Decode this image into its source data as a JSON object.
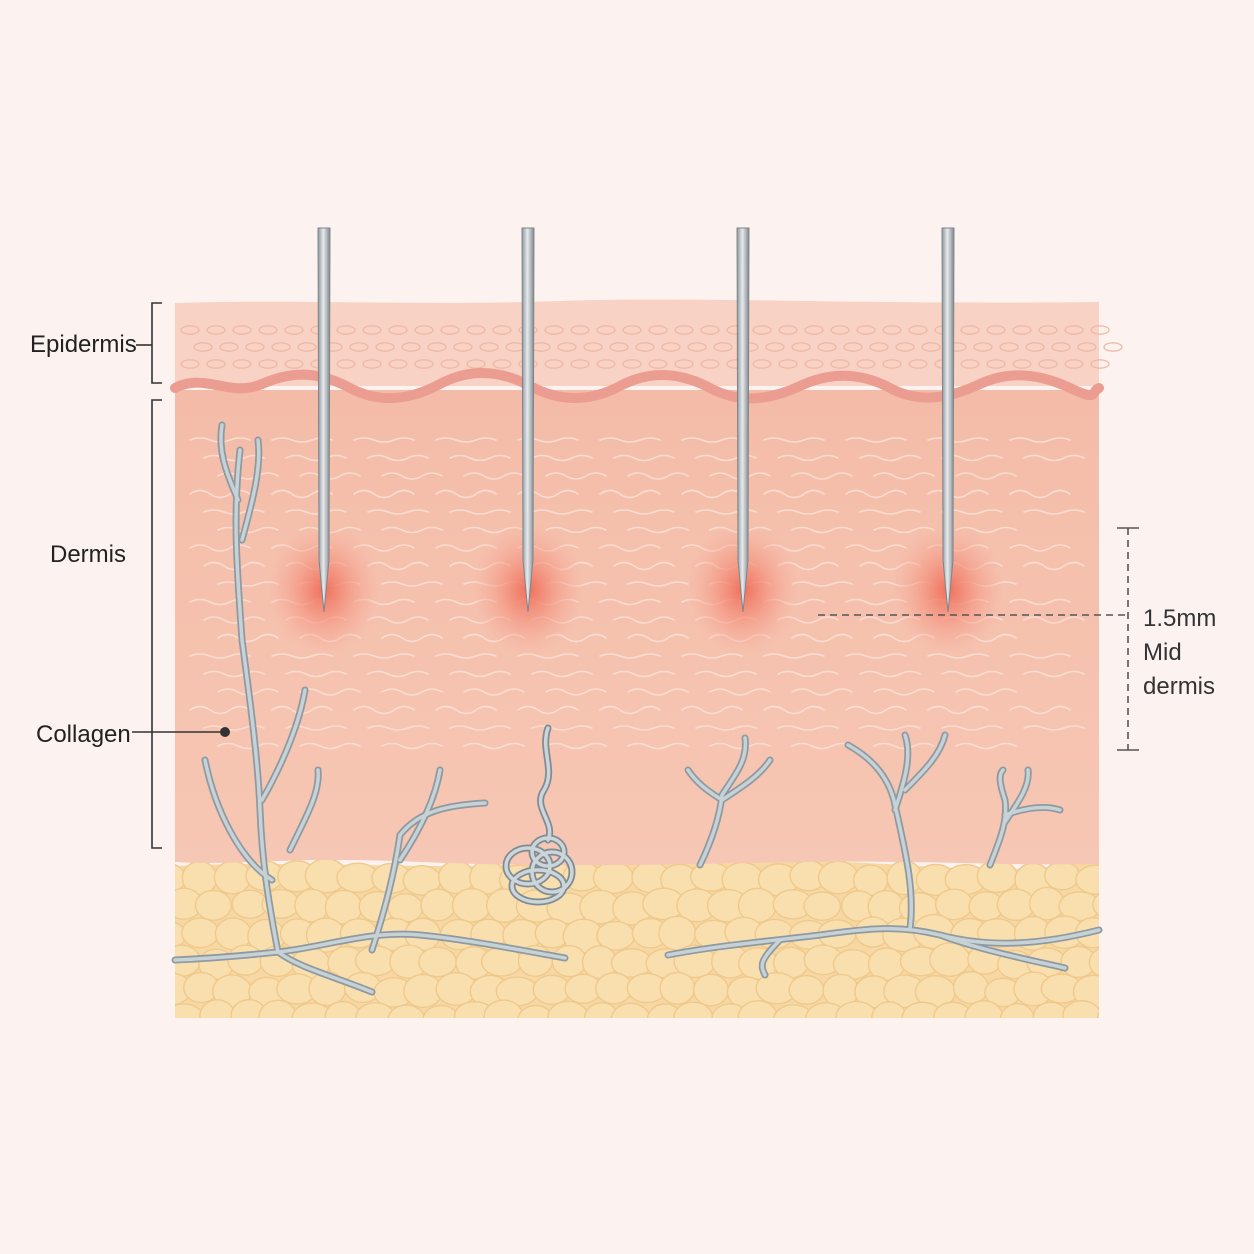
{
  "labels": {
    "epidermis": "Epidermis",
    "dermis": "Dermis",
    "collagen": "Collagen"
  },
  "depth_annotation": {
    "line1": "1.5mm",
    "line2": "Mid",
    "line3": "dermis"
  },
  "colors": {
    "background": "#fcf3f0",
    "epidermis": "#f7cfc1",
    "basal_layer": "#ec9e94",
    "dermis": "#f5c2ae",
    "subcutaneous_fat": "#f7d9a6",
    "vessel": "#b9c6cc",
    "needle": "#b8bec2",
    "injection_glow": "#f27764"
  },
  "needles": [
    {
      "name": "needle-1"
    },
    {
      "name": "needle-2"
    },
    {
      "name": "needle-3"
    },
    {
      "name": "needle-4"
    }
  ]
}
